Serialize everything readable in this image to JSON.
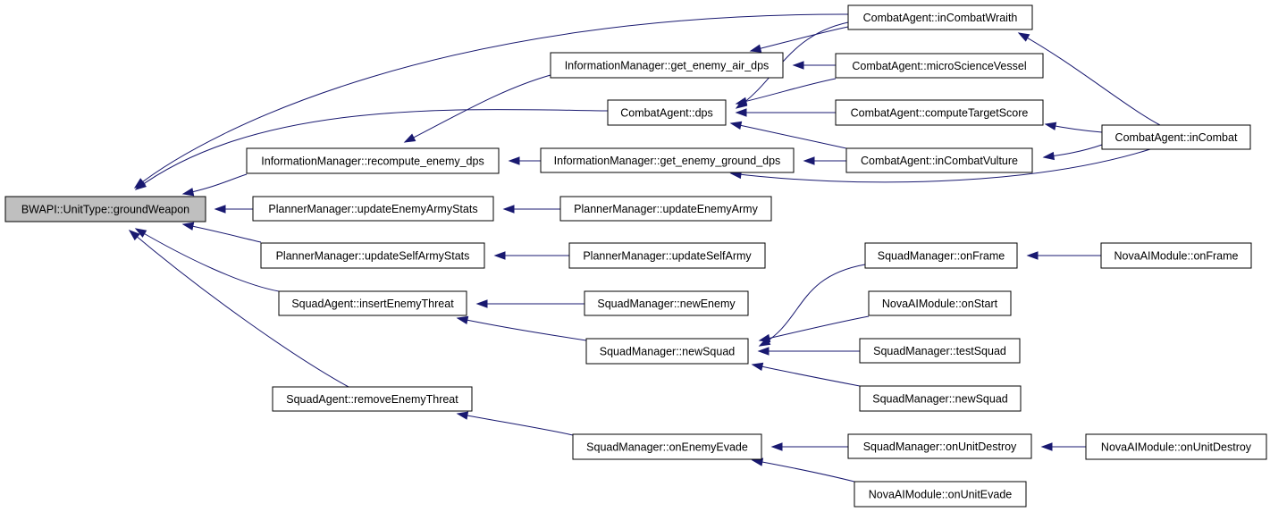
{
  "diagram": {
    "type": "caller-graph",
    "nodes": {
      "n0": "BWAPI::UnitType::groundWeapon",
      "n1": "CombatAgent::inCombatWraith",
      "n2": "InformationManager::get_enemy_air_dps",
      "n3": "CombatAgent::microScienceVessel",
      "n4": "CombatAgent::dps",
      "n5": "CombatAgent::computeTargetScore",
      "n6": "CombatAgent::inCombat",
      "n7": "InformationManager::recompute_enemy_dps",
      "n8": "InformationManager::get_enemy_ground_dps",
      "n9": "CombatAgent::inCombatVulture",
      "n10": "PlannerManager::updateEnemyArmyStats",
      "n11": "PlannerManager::updateEnemyArmy",
      "n12": "PlannerManager::updateSelfArmyStats",
      "n13": "PlannerManager::updateSelfArmy",
      "n14": "SquadManager::onFrame",
      "n15": "NovaAIModule::onFrame",
      "n16": "SquadAgent::insertEnemyThreat",
      "n17": "SquadManager::newEnemy",
      "n18": "NovaAIModule::onStart",
      "n19": "SquadManager::newSquad",
      "n20": "SquadManager::testSquad",
      "n21": "SquadManager::newSquad",
      "n22": "SquadAgent::removeEnemyThreat",
      "n23": "SquadManager::onEnemyEvade",
      "n24": "SquadManager::onUnitDestroy",
      "n25": "NovaAIModule::onUnitDestroy",
      "n26": "NovaAIModule::onUnitEvade"
    },
    "edges": [
      [
        "n0",
        "n1"
      ],
      [
        "n0",
        "n4"
      ],
      [
        "n0",
        "n7"
      ],
      [
        "n0",
        "n10"
      ],
      [
        "n0",
        "n12"
      ],
      [
        "n0",
        "n16"
      ],
      [
        "n0",
        "n22"
      ],
      [
        "n2",
        "n1"
      ],
      [
        "n2",
        "n3"
      ],
      [
        "n2",
        "n7"
      ],
      [
        "n4",
        "n1"
      ],
      [
        "n4",
        "n3"
      ],
      [
        "n4",
        "n5"
      ],
      [
        "n4",
        "n9"
      ],
      [
        "n1",
        "n6"
      ],
      [
        "n5",
        "n6"
      ],
      [
        "n9",
        "n6"
      ],
      [
        "n7",
        "n8"
      ],
      [
        "n8",
        "n9"
      ],
      [
        "n8",
        "n6"
      ],
      [
        "n10",
        "n11"
      ],
      [
        "n12",
        "n13"
      ],
      [
        "n16",
        "n17"
      ],
      [
        "n16",
        "n19"
      ],
      [
        "n14",
        "n15"
      ],
      [
        "n19",
        "n14"
      ],
      [
        "n19",
        "n18"
      ],
      [
        "n19",
        "n20"
      ],
      [
        "n19",
        "n21"
      ],
      [
        "n22",
        "n23"
      ],
      [
        "n23",
        "n24"
      ],
      [
        "n23",
        "n26"
      ],
      [
        "n24",
        "n25"
      ]
    ],
    "colors": {
      "edge": "#191970",
      "root_fill": "#bfbfbf",
      "node_fill": "#ffffff"
    }
  }
}
